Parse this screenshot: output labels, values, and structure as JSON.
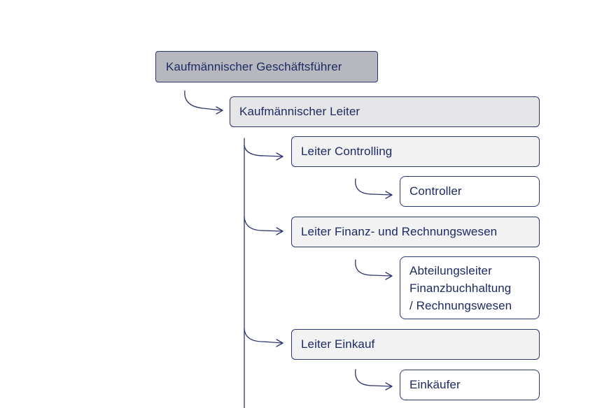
{
  "org_chart": {
    "root": {
      "label": "Kaufmännischer Geschäftsführer"
    },
    "level1": {
      "label": "Kaufmännischer Leiter"
    },
    "branches": [
      {
        "label": "Leiter Controlling",
        "report": {
          "label": "Controller"
        }
      },
      {
        "label": "Leiter Finanz- und Rechnungswesen",
        "report": {
          "label": "Abteilungsleiter\nFinanzbuchhaltung\n/ Rechnungswesen"
        }
      },
      {
        "label": "Leiter Einkauf",
        "report": {
          "label": "Einkäufer"
        }
      }
    ]
  },
  "colors": {
    "text": "#1f2a63",
    "border": "#2e3670",
    "root_fill": "#b7b8bf",
    "level1_fill": "#e6e6e8",
    "level2_fill": "#f2f2f3",
    "leaf_fill": "#ffffff"
  }
}
